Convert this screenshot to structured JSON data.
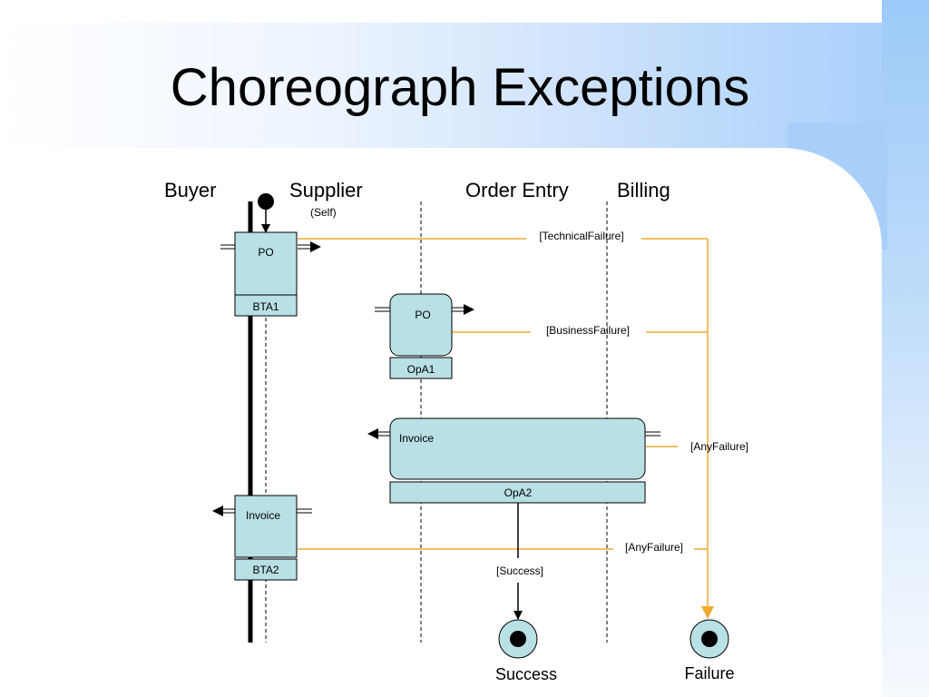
{
  "title": "Choreograph Exceptions",
  "lanes": {
    "buyer": "Buyer",
    "supplier": "Supplier",
    "supplier_note": "(Self)",
    "order_entry": "Order Entry",
    "billing": "Billing"
  },
  "activities": {
    "bta1": {
      "message": "PO",
      "name": "BTA1"
    },
    "opa1": {
      "message": "PO",
      "name": "OpA1"
    },
    "opa2": {
      "message": "Invoice",
      "name": "OpA2"
    },
    "bta2": {
      "message": "Invoice",
      "name": "BTA2"
    }
  },
  "guards": {
    "technical_failure": "[TechnicalFailure]",
    "business_failure": "[BusinessFailure]",
    "any_failure_opa2": "[AnyFailure]",
    "any_failure_bta2": "[AnyFailure]",
    "success": "[Success]"
  },
  "terminals": {
    "success": "Success",
    "failure": "Failure"
  },
  "colors": {
    "box_fill": "#b9e0e4",
    "failure_line": "#f0a830",
    "title_band": "#cfe3fb"
  }
}
